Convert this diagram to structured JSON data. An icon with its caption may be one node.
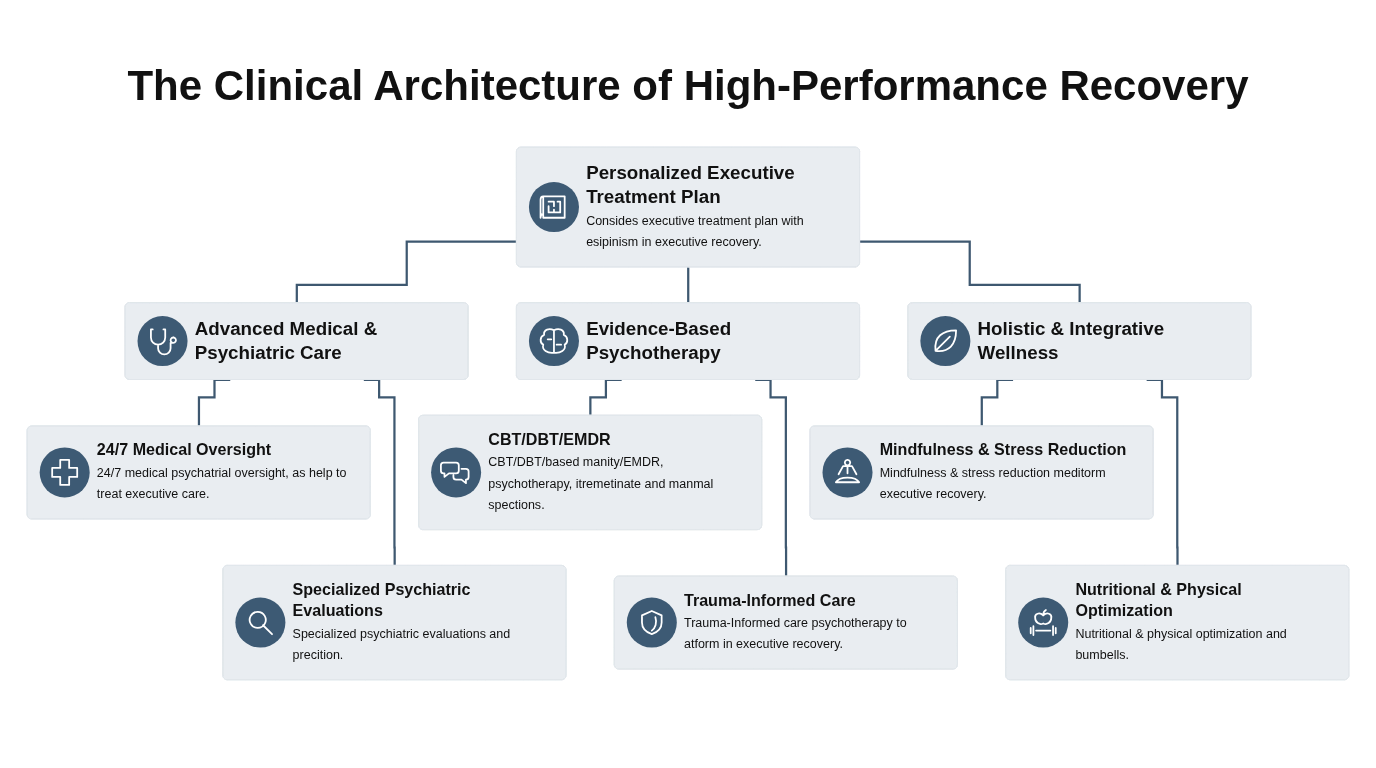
{
  "diagram": {
    "title": "The Clinical Architecture of High-Performance Recovery",
    "nodes": [
      {
        "text": [
          "Personalized Executive Treatment Plan",
          "Consides executive treatment plan with esipinism in executive recovery."
        ]
      },
      {
        "text": [
          "Advanced Medical & Psychiatric Care"
        ]
      },
      {
        "text": [
          "24/7 Medical Oversight",
          "24/7 medical psychatrial oversight, as help to treat executive care."
        ]
      },
      {
        "text": [
          "Specialized Psychiatric Evaluations",
          "Specialized psychiatric evaluations and precition."
        ]
      },
      {
        "text": [
          "Evidence-Based Psychotherapy"
        ]
      },
      {
        "text": [
          "CBT/DBT/EMDR",
          "CBT/DBT/based manity/EMDR, psychotherapy, itremetinate and manmal spections."
        ]
      },
      {
        "text": [
          "Trauma-Informed Care",
          "Trauma-Informed care psychotherapy to atform in executive recovery."
        ]
      },
      {
        "text": [
          "Holistic & Integrative Wellness"
        ]
      },
      {
        "text": [
          "Mindfulness & Stress Reduction",
          "Mindfulness & stress reduction meditorm executive recovery."
        ]
      },
      {
        "text": [
          "Nutritional & Physical Optimization",
          "Nutritional & physical optimization and bumbells."
        ]
      }
    ],
    "edges": [
      {
        "from": 0,
        "to": 1,
        "arrow": "none"
      },
      {
        "from": 0,
        "to": 4,
        "arrow": "none"
      },
      {
        "from": 0,
        "to": 7,
        "arrow": "none"
      },
      {
        "from": 1,
        "to": 2,
        "arrow": "none"
      },
      {
        "from": 1,
        "to": 3,
        "arrow": "none"
      },
      {
        "from": 4,
        "to": 5,
        "arrow": "none"
      },
      {
        "from": 4,
        "to": 6,
        "arrow": "none"
      },
      {
        "from": 7,
        "to": 8,
        "arrow": "none"
      },
      {
        "from": 7,
        "to": 9,
        "arrow": "none"
      }
    ]
  }
}
